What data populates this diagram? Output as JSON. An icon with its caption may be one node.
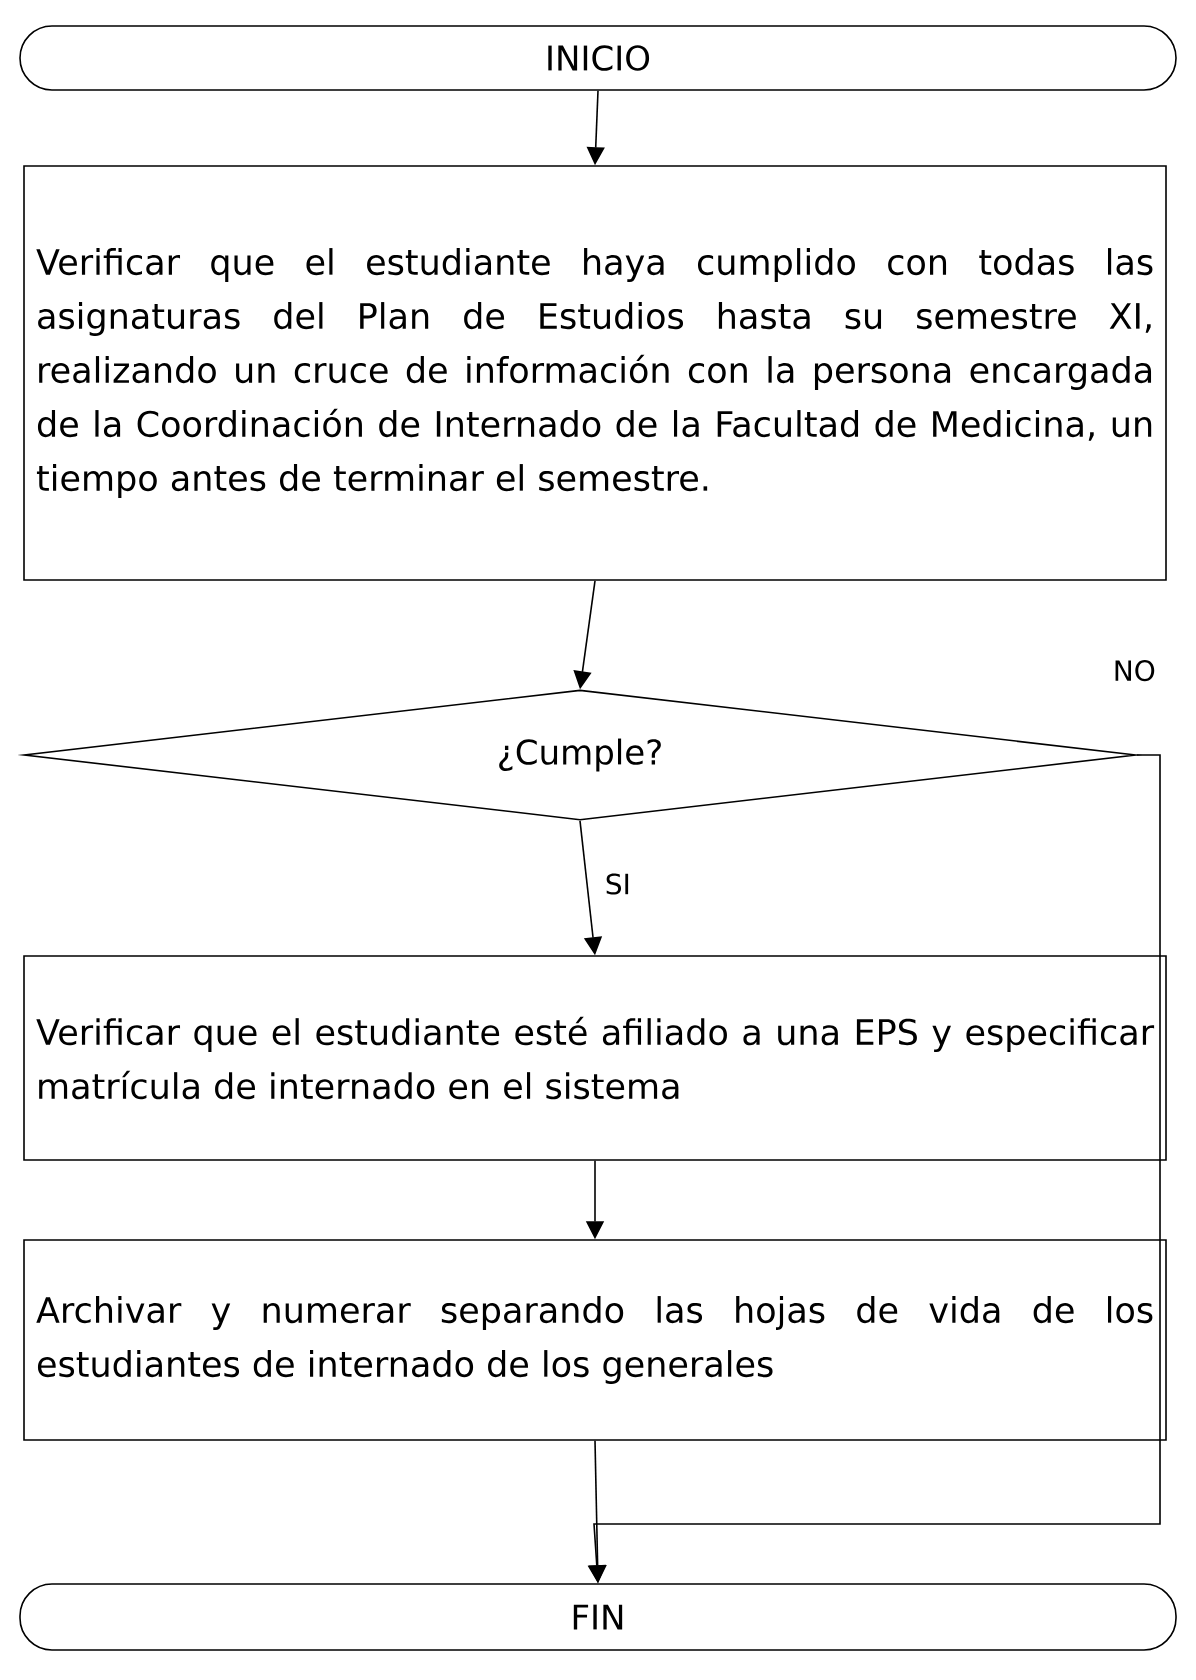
{
  "diagram": {
    "nodes": [
      {
        "text": [
          "INICIO"
        ]
      },
      {
        "text": [
          "Verificar que el estudiante haya cumplido con todas las asignaturas del Plan de Estudios hasta su semestre XI, realizando un cruce de información con la persona encargada de la Coordinación de Internado de la Facultad de Medicina, un tiempo antes de terminar el semestre."
        ]
      },
      {
        "text": [
          "¿Cumple?"
        ]
      },
      {
        "text": [
          "Verificar que el estudiante esté afiliado a una EPS y especificar matrícula de internado en el sistema"
        ]
      },
      {
        "text": [
          "Archivar y numerar separando las hojas de vida de los estudiantes de internado de los generales"
        ]
      },
      {
        "text": [
          "FIN"
        ]
      }
    ],
    "edges": [
      {
        "from": 0,
        "to": 1,
        "arrow": "to"
      },
      {
        "from": 1,
        "to": 2,
        "arrow": "to"
      },
      {
        "from": 2,
        "to": 3,
        "arrow": "to",
        "label": "SI"
      },
      {
        "from": 3,
        "to": 4,
        "arrow": "to"
      },
      {
        "from": 4,
        "to": 5,
        "arrow": "to"
      },
      {
        "from": 2,
        "to": 5,
        "arrow": "to",
        "label": "NO"
      }
    ]
  }
}
